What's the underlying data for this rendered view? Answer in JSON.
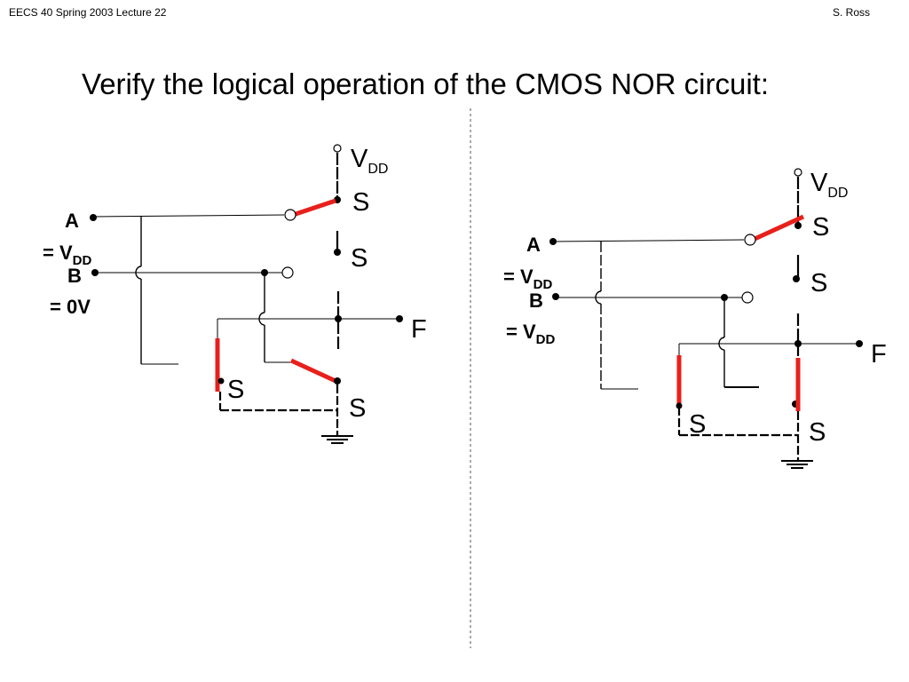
{
  "header": {
    "left": "EECS 40 Spring 2003  Lecture 22",
    "right": "S. Ross"
  },
  "title": "Verify the logical operation of the CMOS NOR circuit:",
  "colors": {
    "switch": "#e8201c",
    "wire": "#000000"
  },
  "circuit_left": {
    "vdd": "V",
    "vdd_sub": "DD",
    "switch_labels": [
      "S",
      "S",
      "S",
      "S"
    ],
    "input_a": "A",
    "input_a_value": "= V",
    "input_a_value_sub": "DD",
    "input_b": "B",
    "input_b_value": "= 0V",
    "output": "F"
  },
  "circuit_right": {
    "vdd": "V",
    "vdd_sub": "DD",
    "switch_labels": [
      "S",
      "S",
      "S",
      "S"
    ],
    "input_a": "A",
    "input_a_value": "= V",
    "input_a_value_sub": "DD",
    "input_b": "B",
    "input_b_value": "= V",
    "input_b_value_sub": "DD",
    "output": "F"
  }
}
